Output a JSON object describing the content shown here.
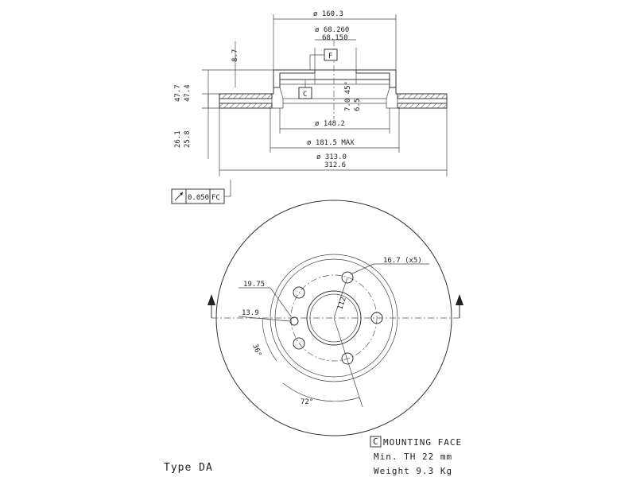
{
  "dimensions": {
    "dia_160_3": "ø 160.3",
    "dia_68_260": "ø 68.260",
    "dia_68_150": "68.150",
    "height_8_7": "8.7",
    "height_47_7": "47.7",
    "height_47_4": "47.4",
    "thick_26_1": "26.1",
    "thick_25_8": "25.8",
    "angle_7_0": "7.0 45°",
    "angle_6_5": "6.5",
    "dia_148_2": "ø 148.2",
    "dia_181_5": "ø 181.5 MAX",
    "dia_313_0": "ø 313.0",
    "dia_312_6": "312.6",
    "hole_16_7": "16.7 (x5)",
    "hole_19_75": "19.75",
    "hole_13_9": "13.9",
    "pcd_112": "112",
    "angle_36": "36°",
    "angle_72": "72°"
  },
  "datums": {
    "f": "F",
    "c": "C"
  },
  "tolerance": {
    "value": "0.050",
    "ref": "FC",
    "symbol_icon": "runout-icon"
  },
  "legend": {
    "mount_box": "C",
    "mount_label": "MOUNTING FACE",
    "min_th": "Min. TH 22 mm",
    "weight": "Weight 9.3 Kg"
  },
  "type_label": "Type DA"
}
